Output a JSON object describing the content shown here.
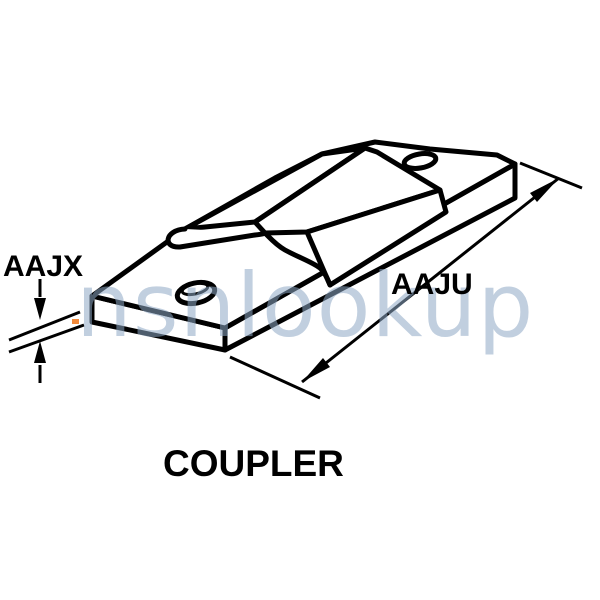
{
  "drawing": {
    "title": "COUPLER",
    "dimensions": {
      "thickness_label": "AAJX",
      "length_label": "AAJU"
    }
  },
  "watermark": {
    "text": "nsnlookup"
  },
  "colors": {
    "line": "#000000",
    "background": "#ffffff",
    "watermark": "#8fa9c6",
    "accent": "#f28a3a"
  }
}
